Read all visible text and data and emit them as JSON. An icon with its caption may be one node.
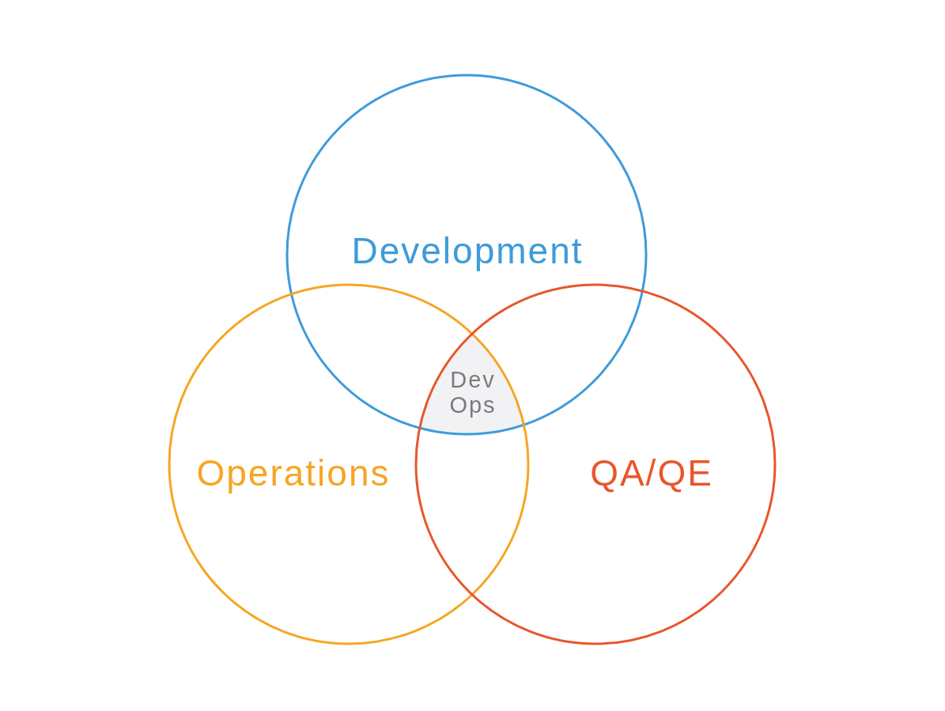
{
  "diagram": {
    "nodes": [
      {
        "text": [
          "Development"
        ]
      },
      {
        "text": [
          "Dev Ops"
        ]
      },
      {
        "text": [
          "Operations"
        ]
      },
      {
        "text": [
          "QA/QE"
        ]
      }
    ]
  }
}
